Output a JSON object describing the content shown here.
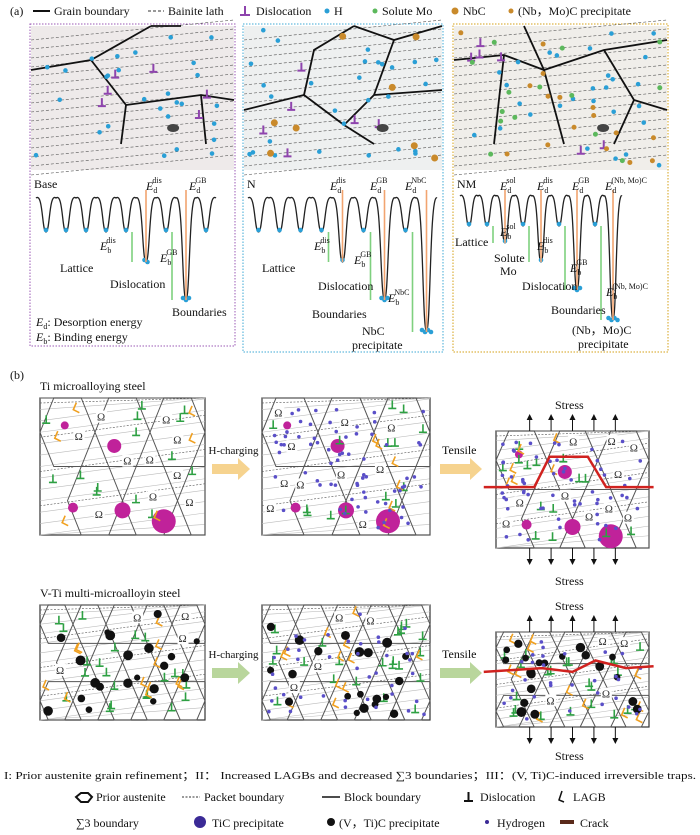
{
  "panel_a": {
    "label": "(a)",
    "legend": [
      "Grain boundary",
      "Bainite lath",
      "Dislocation",
      "H",
      "Solute Mo",
      "NbC",
      "(Nb，Mo)C precipitate"
    ],
    "base": {
      "title": "Base",
      "lattice": "Lattice",
      "dislocation": "Dislocation",
      "boundaries": "Boundaries",
      "E": "E",
      "d": "d",
      "b": "b",
      "dis": "dis",
      "GB": "GB",
      "note_d": "Desorption energy",
      "note_b": "Binding energy",
      "colon": ":"
    },
    "n": {
      "title": "N",
      "lattice": "Lattice",
      "dislocation": "Dislocation",
      "boundaries": "Boundaries",
      "ppt1": "NbC",
      "ppt2": "precipitate",
      "NbC": "NbC"
    },
    "nm": {
      "title": "NM",
      "lattice": "Lattice",
      "solute1": "Solute",
      "solute2": "Mo",
      "dislocation": "Dislocation",
      "boundaries": "Boundaries",
      "ppt1": "(Nb，Mo)C",
      "ppt2": "precipitate",
      "sol": "sol",
      "NbMoC": "(Nb, Mo)C"
    }
  },
  "panel_b": {
    "label": "(b)",
    "row1_title": "Ti microalloying steel",
    "row2_title": "V-Ti multi-microalloyin steel",
    "h_charging": "H-charging",
    "tensile": "Tensile",
    "stress": "Stress",
    "omega_symbol": "Ω",
    "summary": "I: Prior austenite grain refinement；II： Increased LAGBs and decreased ∑3 boundaries；III：(V, Ti)C-induced irreversible traps.",
    "legend_row1": [
      "Prior austenite",
      "Packet boundary",
      "Block boundary",
      "Dislocation",
      "LAGB"
    ],
    "legend_row2": [
      "∑3 boundary",
      "TiC precipitate",
      "(V，Ti)C precipitate",
      "Hydrogen",
      "Crack"
    ]
  },
  "colors": {
    "base_border": "#9b59b6",
    "n_border": "#3fa9d6",
    "nm_border": "#d4a017",
    "hydrogen": "#2a9fd6",
    "solute_mo": "#5cb85c",
    "nbc": "#c98a2b",
    "dislocation_a": "#8e44ad",
    "dislocation_b": "#2ea043",
    "lagb": "#f0a020",
    "tic": "#c0229a",
    "crack": "#d0221f",
    "h_dot": "#5a4fc8"
  }
}
